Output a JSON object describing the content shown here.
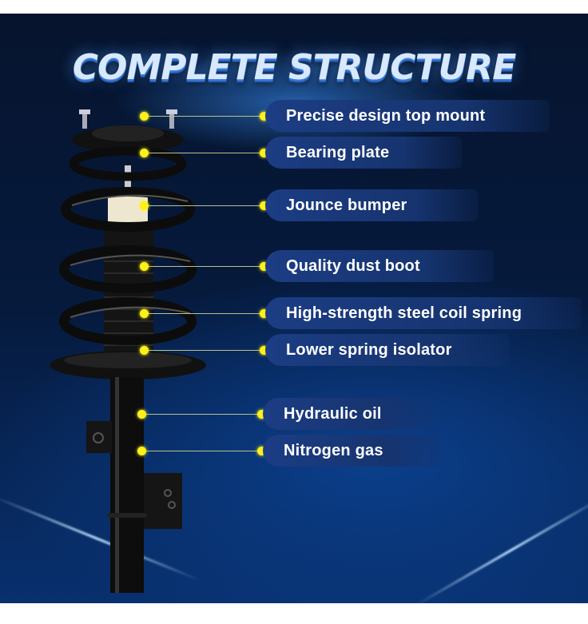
{
  "title": "COMPLETE STRUCTURE",
  "callouts": [
    {
      "label": "Precise design top mount"
    },
    {
      "label": "Bearing plate"
    },
    {
      "label": "Jounce bumper"
    },
    {
      "label": "Quality dust boot"
    },
    {
      "label": "High-strength steel coil spring"
    },
    {
      "label": "Lower spring isolator"
    },
    {
      "label": "Hydraulic oil"
    },
    {
      "label": "Nitrogen gas"
    }
  ],
  "colors": {
    "accent_dot": "#ffef1a",
    "label_bg": "#1c3d84",
    "background": "#061a3d"
  }
}
